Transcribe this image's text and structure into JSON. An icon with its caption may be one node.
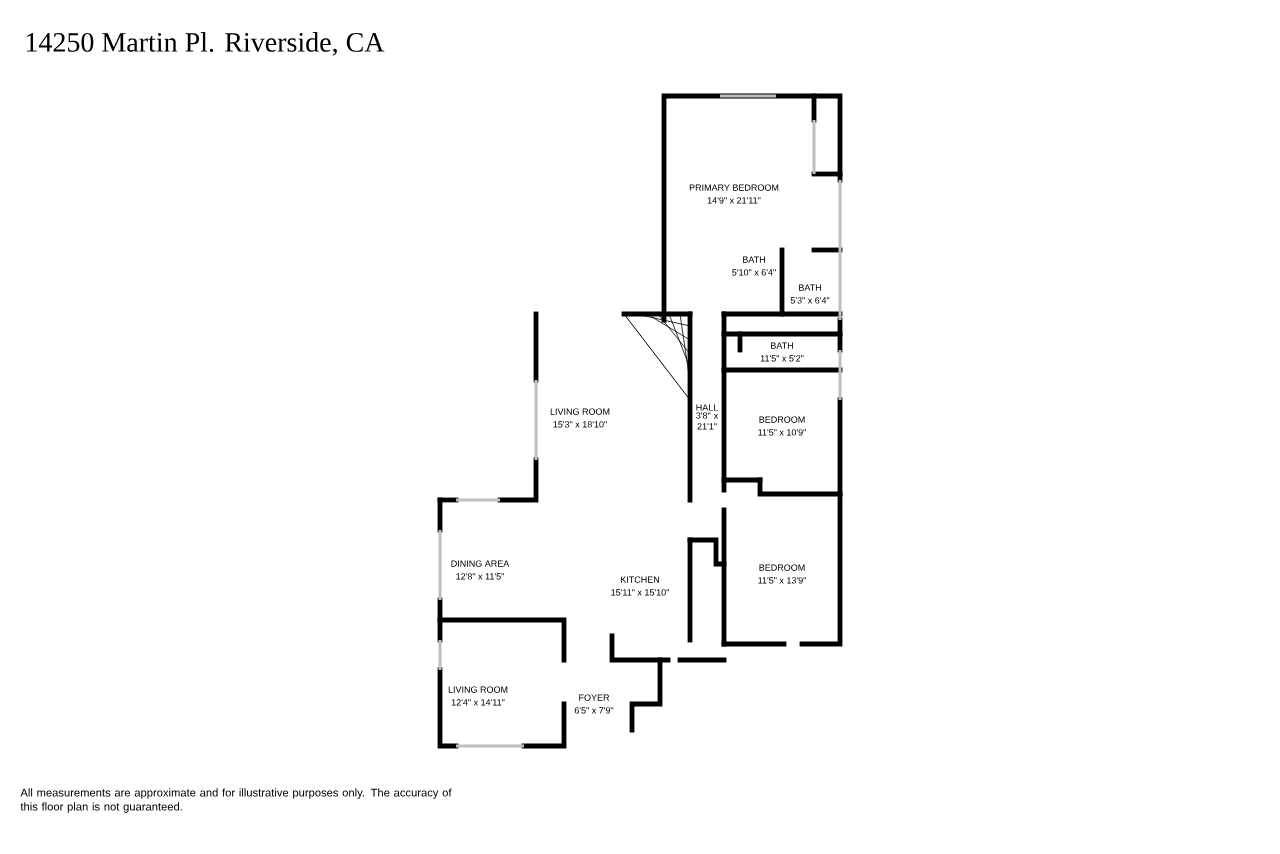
{
  "diagram": {
    "title": "14250 Martin Pl. Riverside, CA",
    "labels": [
      "PRIMARY BEDROOM",
      "14'9\" x 21'11\"",
      "BATH",
      "5'10\" x 6'4\"",
      "BATH",
      "5'3\" x 6'4\"",
      "BATH",
      "11'5\" x 5'2\"",
      "LIVING ROOM",
      "15'3\" x 18'10\"",
      "HALL",
      "3'8\" x 21'1\"",
      "BEDROOM",
      "11'5\" x 10'9\"",
      "DINING AREA",
      "12'8\" x 11'5\"",
      "KITCHEN",
      "15'11\" x 15'10\"",
      "BEDROOM",
      "11'5\" x 13'9\"",
      "LIVING ROOM",
      "12'4\" x 14'11\"",
      "FOYER",
      "6'5\" x 7'9\""
    ],
    "caption": "All measurements are approximate and for illustrative purposes only. The accuracy of this floor plan is not guaranteed."
  }
}
